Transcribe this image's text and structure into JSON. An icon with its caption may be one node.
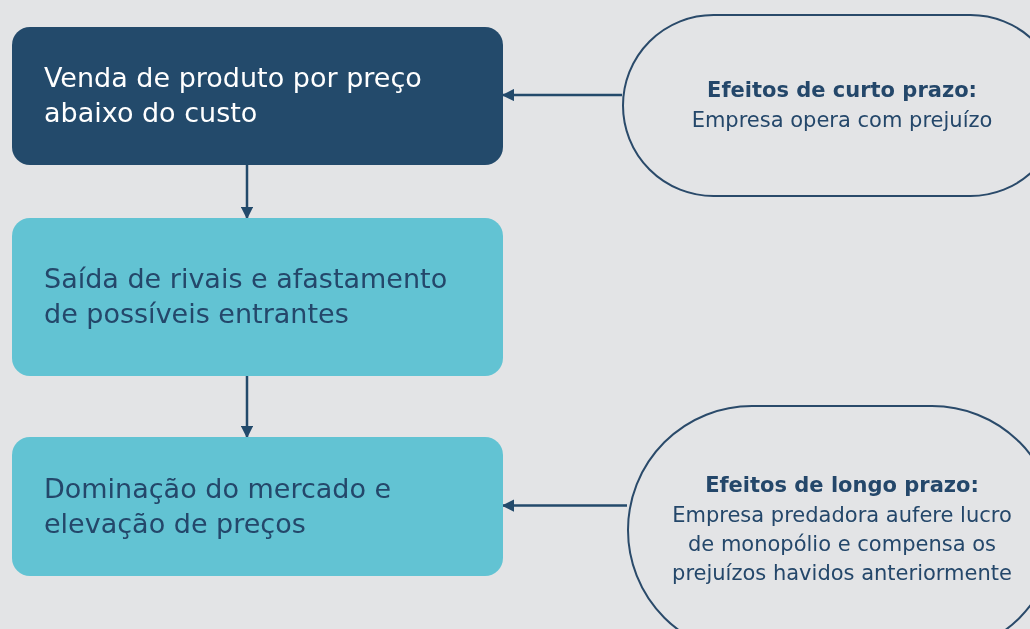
{
  "diagram": {
    "nodes": [
      {
        "text": [
          "Venda de produto por preço abaixo do custo"
        ]
      },
      {
        "text": [
          "Saída de rivais e afastamento de possíveis entrantes"
        ]
      },
      {
        "text": [
          "Dominação do mercado e elevação de preços"
        ]
      },
      {
        "text": [
          "Efeitos de curto prazo:",
          "Empresa opera com prejuízo"
        ]
      },
      {
        "text": [
          "Efeitos de longo prazo:",
          "Empresa predadora aufere lucro de monopólio e compensa os prejuízos havidos anteriormente"
        ]
      }
    ],
    "edges": [
      {
        "from": 0,
        "to": 1,
        "arrow": "to"
      },
      {
        "from": 1,
        "to": 2,
        "arrow": "to"
      },
      {
        "from": 3,
        "to": 0,
        "arrow": "to"
      },
      {
        "from": 4,
        "to": 2,
        "arrow": "to"
      }
    ]
  }
}
